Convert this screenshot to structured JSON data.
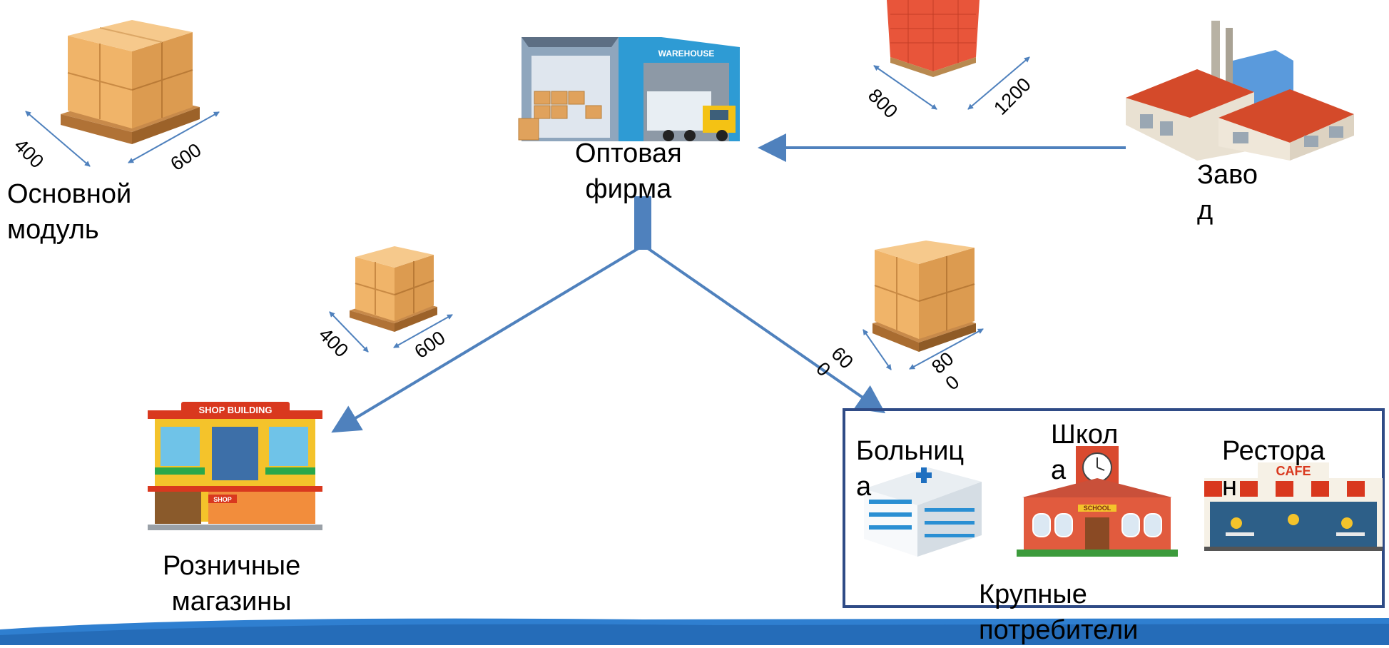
{
  "labels": {
    "top_left_partial": "...",
    "base_module": "Основной\nмодуль",
    "wholesale": "Оптовая\nфирма",
    "factory": "Заво\nд",
    "retail": "Розничные\nмагазины",
    "hospital": "Больниц\nа",
    "school": "Школ\nа",
    "restaurant": "Рестора\nн",
    "large_consumers": "Крупные\nпотребители"
  },
  "dimensions": {
    "base_w": "400",
    "base_l": "600",
    "factory_w": "800",
    "factory_l": "1200",
    "retail_w": "400",
    "retail_l": "600",
    "consumer_w": "60\n0",
    "consumer_l": "80\n0"
  },
  "signs": {
    "warehouse": "WAREHOUSE",
    "shop": "SHOP BUILDING",
    "shop_small": "SHOP",
    "school": "SCHOOL",
    "cafe": "CAFE"
  },
  "colors": {
    "arrow": "#4f81bd",
    "dim_line": "#4f81bd",
    "box_border": "#2f4b86",
    "footer": "#2f7fd0"
  }
}
